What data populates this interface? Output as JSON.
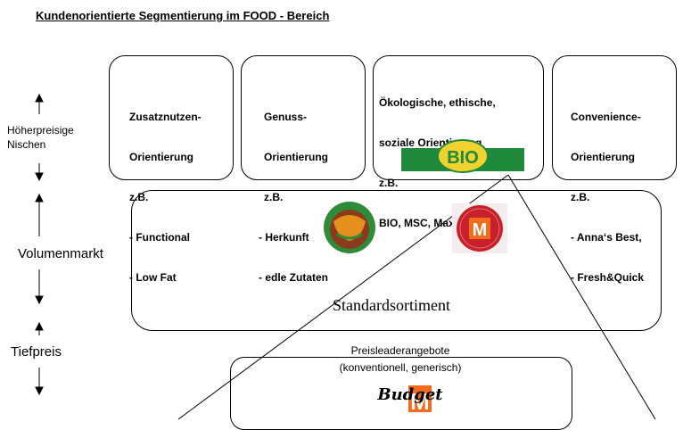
{
  "title": "Kundenorientierte Segmentierung im FOOD - Bereich",
  "side_labels": {
    "hoeherpreisig_line1": "Höherpreisige",
    "hoeherpreisig_line2": "Nischen",
    "volumenmarkt": "Volumenmarkt",
    "tiefpreis": "Tiefpreis"
  },
  "niches": [
    {
      "lines": [
        "Zusatznutzen-",
        "Orientierung",
        "z.B.",
        "- Functional",
        "- Low Fat"
      ]
    },
    {
      "lines": [
        "Genuss-",
        "Orientierung",
        "z.B.",
        "- Herkunft",
        "- edle Zutaten"
      ]
    },
    {
      "lines": [
        "Ökologische, ethische,",
        "soziale Orientierung",
        "z.B.",
        "BIO, MSC, Max Havelaar"
      ]
    },
    {
      "lines": [
        "Convenience-",
        "Orientierung",
        "z.B.",
        "- Anna‘s Best,",
        "- Fresh&Quick"
      ]
    }
  ],
  "logos": {
    "bio": "BIO",
    "budget": "Budget",
    "budget_m": "M",
    "migros_m": "M"
  },
  "volume": {
    "label": "Standardsortiment"
  },
  "price": {
    "line1": "Preisleaderangebote",
    "line2": "(konventionell, generisch)"
  },
  "colors": {
    "bio_green": "#1f8a3c",
    "bio_yellow": "#f2d22e",
    "migros_orange": "#f26a1b",
    "migros_red": "#c8202b"
  }
}
